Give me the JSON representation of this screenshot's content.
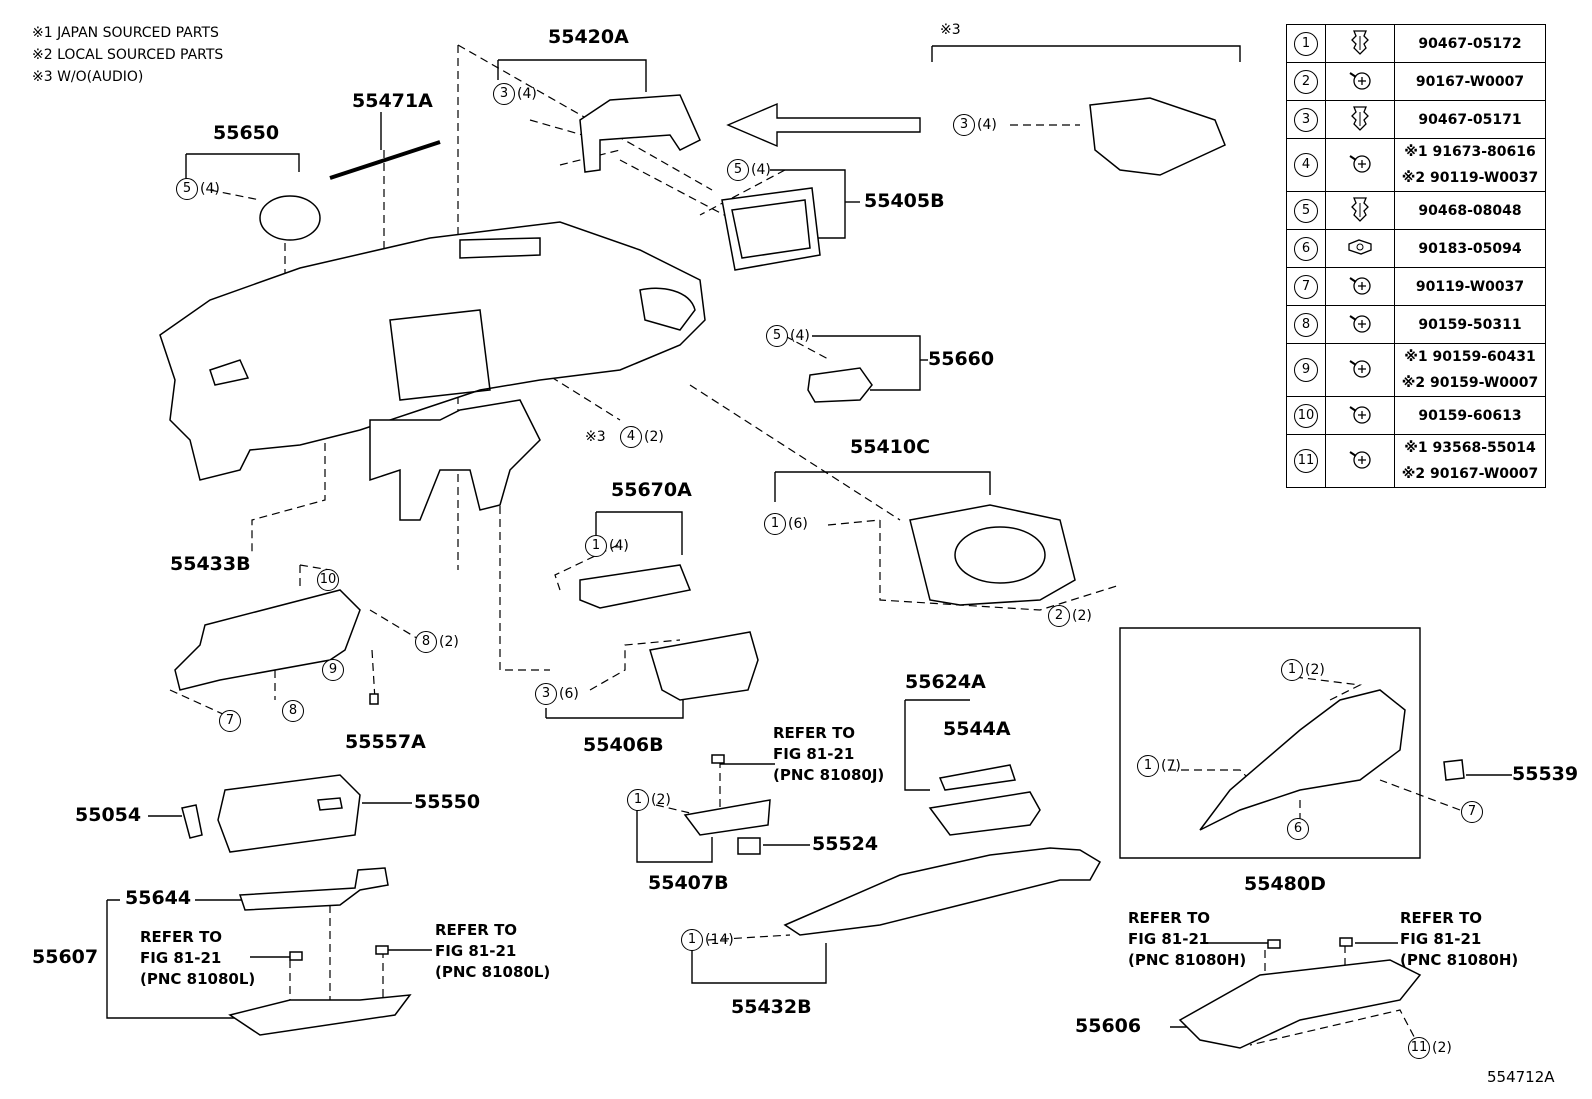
{
  "notes": [
    "※1 JAPAN SOURCED PARTS",
    "※2 LOCAL SOURCED PARTS",
    "※3 W/O(AUDIO)"
  ],
  "part_labels": {
    "p55420A": "55420A",
    "p55471A": "55471A",
    "p55650": "55650",
    "p55405B": "55405B",
    "p55660": "55660",
    "p55410C": "55410C",
    "p55670A": "55670A",
    "p55433B": "55433B",
    "p55557A": "55557A",
    "p55406B": "55406B",
    "p55624A": "55624A",
    "p5544A": "5544A",
    "p55539": "55539",
    "p55054": "55054",
    "p55550": "55550",
    "p55524": "55524",
    "p55407B": "55407B",
    "p55480D": "55480D",
    "p55644": "55644",
    "p55607": "55607",
    "p55432B": "55432B",
    "p55606": "55606"
  },
  "section_mark": "※3",
  "qty": {
    "q4": "(4)",
    "q2": "(2)",
    "q6": "(6)",
    "q7": "(7)",
    "q14": "(14)"
  },
  "callout_nums": {
    "c1": "1",
    "c2": "2",
    "c3": "3",
    "c4": "4",
    "c5": "5",
    "c6": "6",
    "c7": "7",
    "c8": "8",
    "c9": "9",
    "c10": "10",
    "c11": "11"
  },
  "note_x3": "※3",
  "refs": {
    "r_81080J": "REFER TO\nFIG 81-21\n(PNC 81080J)",
    "r_81080L": "REFER TO\nFIG 81-21\n(PNC 81080L)",
    "r_81080H": "REFER TO\nFIG 81-21\n(PNC 81080H)"
  },
  "diagram_id": "554712A",
  "fastener_table": [
    {
      "no": "1",
      "icon": "clip-icon",
      "part": "90467-05172"
    },
    {
      "no": "2",
      "icon": "screw-icon",
      "part": "90167-W0007"
    },
    {
      "no": "3",
      "icon": "clip-icon",
      "part": "90467-05171"
    },
    {
      "no": "4",
      "icon": "screw-icon",
      "part": "※1 91673-80616\n※2 90119-W0037"
    },
    {
      "no": "5",
      "icon": "clip-icon",
      "part": "90468-08048"
    },
    {
      "no": "6",
      "icon": "nut-icon",
      "part": "90183-05094"
    },
    {
      "no": "7",
      "icon": "screw-icon",
      "part": "90119-W0037"
    },
    {
      "no": "8",
      "icon": "screw-icon",
      "part": "90159-50311"
    },
    {
      "no": "9",
      "icon": "screw-icon",
      "part": "※1 90159-60431\n※2 90159-W0007"
    },
    {
      "no": "10",
      "icon": "screw-icon",
      "part": "90159-60613"
    },
    {
      "no": "11",
      "icon": "screw-icon",
      "part": "※1 93568-55014\n※2 90167-W0007"
    }
  ]
}
